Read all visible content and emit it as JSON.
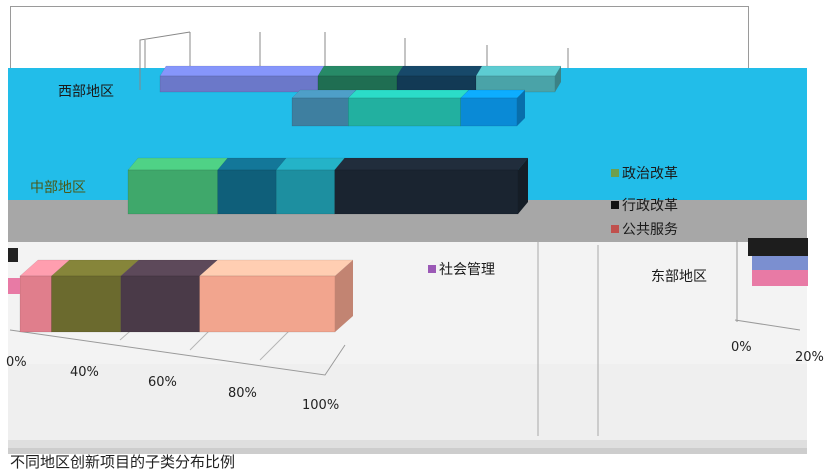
{
  "caption": "不同地区创新项目的子类分布比例",
  "chart_data": {
    "type": "bar",
    "orientation": "horizontal",
    "stacked_percent": true,
    "three_d": true,
    "categories": [
      "西部地区",
      "中部地区",
      "东部地区"
    ],
    "xticks": [
      "0%",
      "20%",
      "40%",
      "60%",
      "80%",
      "100%"
    ],
    "series": [
      {
        "name": "政治改革",
        "color": "#6f9f4c",
        "values": [
          40,
          23,
          10
        ]
      },
      {
        "name": "行政改革",
        "color": "#1f1f1f",
        "values": [
          20,
          15,
          22
        ]
      },
      {
        "name": "公共服务",
        "color": "#c0504d",
        "values": [
          20,
          15,
          25
        ]
      },
      {
        "name": "社会管理",
        "color": "#9b59b6",
        "values": [
          20,
          47,
          43
        ]
      }
    ],
    "legend_position": "right",
    "grid": true
  }
}
